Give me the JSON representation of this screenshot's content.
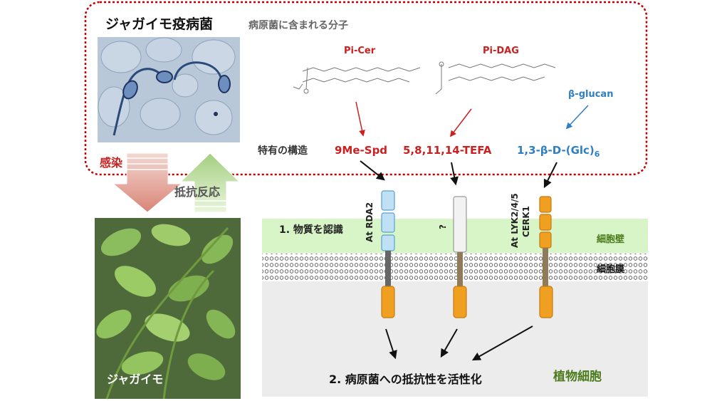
{
  "pathogen": {
    "title": "ジャガイモ疫病菌",
    "molecules_heading": "病原菌に含まれる分子"
  },
  "molecules": [
    {
      "name": "Pi-Cer",
      "structure": "9Me-Spd",
      "color": "#cc1f1f"
    },
    {
      "name": "Pi-DAG",
      "structure": "5,8,11,14-TEFA",
      "color": "#cc1f1f"
    },
    {
      "name": "β-glucan",
      "structure_base": "1,3-β-D-(Glc)",
      "structure_sub": "6",
      "color": "#2f7fc4"
    }
  ],
  "specific_structure_label": "特有の構造",
  "arrows": {
    "infection": "感染",
    "resistance": "抵抗反応"
  },
  "potato_label": "ジャガイモ",
  "plant_cell": {
    "step1": "1. 物質を認識",
    "step2": "2. 病原菌への抵抗性を活性化",
    "cell_wall": "細胞壁",
    "cell_membrane": "細胞膜",
    "cell_label": "植物細胞"
  },
  "receptors": [
    {
      "label": "At RDA2",
      "color": "#bfe0f5"
    },
    {
      "label": "?",
      "color": "#f2f2f2"
    },
    {
      "label_line1": "At LYK2/4/5",
      "label_line2": "CERK1",
      "color": "#f0a020"
    }
  ],
  "colors": {
    "red": "#cc1f1f",
    "blue": "#2f7fc4",
    "green_text": "#4a7a1a",
    "cell_wall": "#d8f5c8",
    "cytoplasm": "#ececec",
    "dashed_border": "#c00000"
  }
}
